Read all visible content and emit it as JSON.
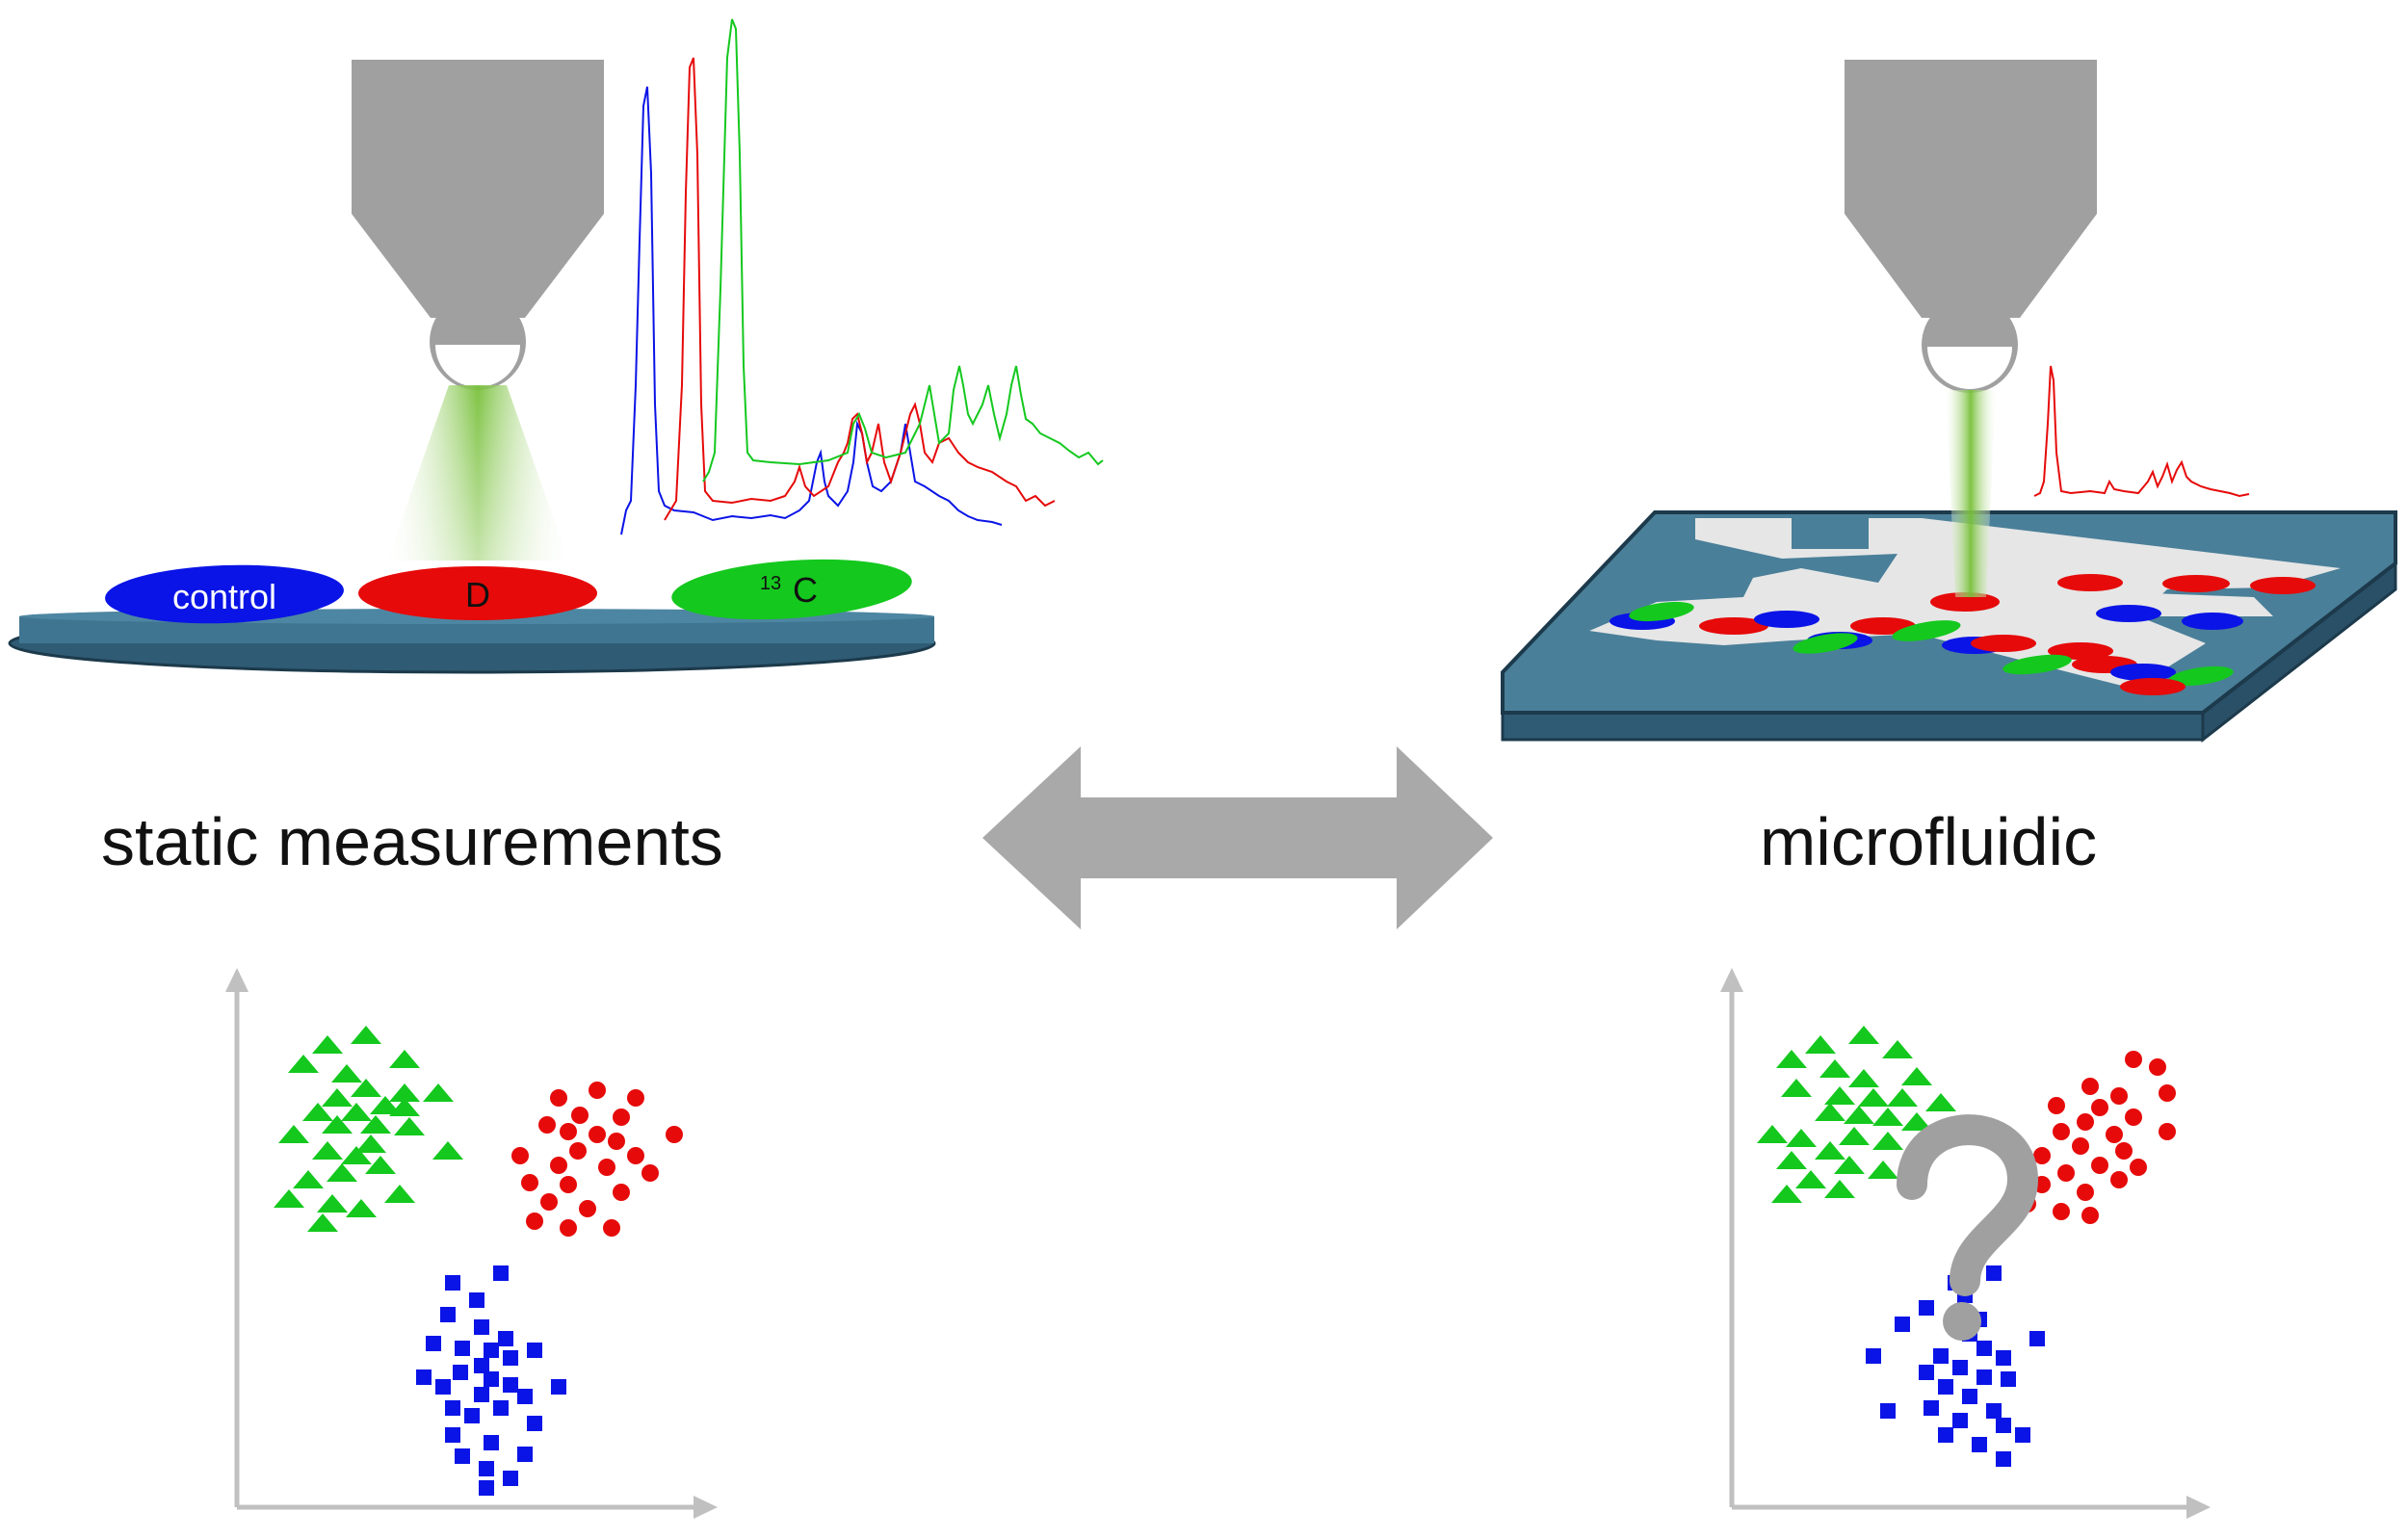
{
  "labels": {
    "left_caption": "static measurements",
    "right_caption": "microfluidic",
    "sample_control": "control",
    "sample_d": "D",
    "sample_13c_sup": "13",
    "sample_13c_main": "C",
    "question_mark": "?"
  },
  "colors": {
    "control": "#0a14e6",
    "deuterium": "#e60a0a",
    "carbon13": "#14c81e",
    "microscope": "#a0a0a0",
    "beam": "#7ec43c",
    "stage": "#2f5b74",
    "chip_top": "#4a7f99",
    "channel": "#e6e6e6",
    "axes": "#c0c0c0",
    "arrow": "#a9a9a9"
  },
  "icons": [
    "microscope-objective-icon",
    "double-headed-arrow-icon",
    "question-mark-icon"
  ]
}
